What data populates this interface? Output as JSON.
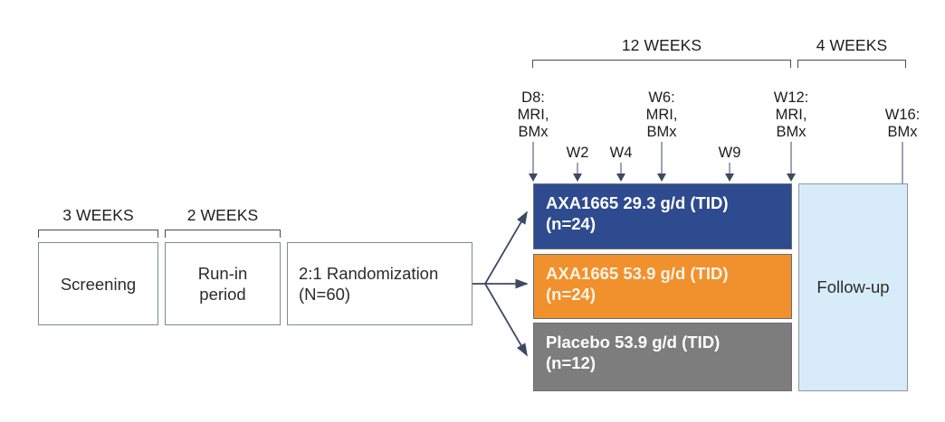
{
  "diagram": {
    "title": "Clinical trial design schematic",
    "colors": {
      "arm_blue": "#2e4b8f",
      "arm_orange": "#f0912d",
      "arm_gray": "#7d7d7d",
      "followup_blue": "#d7ecf8",
      "line": "#3c4a63",
      "box_border": "#808a93",
      "text_dark": "#1d1d20"
    }
  },
  "periods": [
    {
      "label": "3 WEEKS",
      "name": "screening-period"
    },
    {
      "label": "2 WEEKS",
      "name": "run-in-period"
    },
    {
      "label": "12 WEEKS",
      "name": "treatment-period"
    },
    {
      "label": "4 WEEKS",
      "name": "followup-period"
    }
  ],
  "visits": [
    {
      "id": "d8",
      "label": "D8:\nMRI,\nBMx",
      "lines": [
        "D8:",
        "MRI,",
        "BMx"
      ]
    },
    {
      "id": "w2",
      "label": "W2",
      "lines": [
        "W2"
      ]
    },
    {
      "id": "w4",
      "label": "W4",
      "lines": [
        "W4"
      ]
    },
    {
      "id": "w6",
      "label": "W6:\nMRI,\nBMx",
      "lines": [
        "W6:",
        "MRI,",
        "BMx"
      ]
    },
    {
      "id": "w9",
      "label": "W9",
      "lines": [
        "W9"
      ]
    },
    {
      "id": "w12",
      "label": "W12:\nMRI,\nBMx",
      "lines": [
        "W12:",
        "MRI,",
        "BMx"
      ]
    },
    {
      "id": "w16",
      "label": "W16:\nBMx",
      "lines": [
        "W16:",
        "BMx"
      ]
    }
  ],
  "stages": [
    {
      "id": "screening",
      "line1": "Screening",
      "line2": ""
    },
    {
      "id": "run-in",
      "line1": "Run-in",
      "line2": "period"
    },
    {
      "id": "randomization",
      "line1": "2:1 Randomization",
      "line2": "(N=60)"
    }
  ],
  "arms": [
    {
      "id": "axa-low",
      "line1": "AXA1665 29.3 g/d (TID)",
      "line2": "(n=24)",
      "drug": "AXA1665",
      "dose": "29.3 g/d",
      "frequency": "TID",
      "n": 24,
      "fill": "#2e4b8f",
      "text_color": "#ffffff"
    },
    {
      "id": "axa-high",
      "line1": "AXA1665 53.9 g/d (TID)",
      "line2": "(n=24)",
      "drug": "AXA1665",
      "dose": "53.9 g/d",
      "frequency": "TID",
      "n": 24,
      "fill": "#f0912d",
      "text_color": "#fdf3e6"
    },
    {
      "id": "placebo",
      "line1": "Placebo 53.9 g/d (TID)",
      "line2": "(n=12)",
      "drug": "Placebo",
      "dose": "53.9 g/d",
      "frequency": "TID",
      "n": 12,
      "fill": "#7d7d7d",
      "text_color": "#ffffff"
    }
  ],
  "followup": {
    "label": "Follow-up"
  }
}
